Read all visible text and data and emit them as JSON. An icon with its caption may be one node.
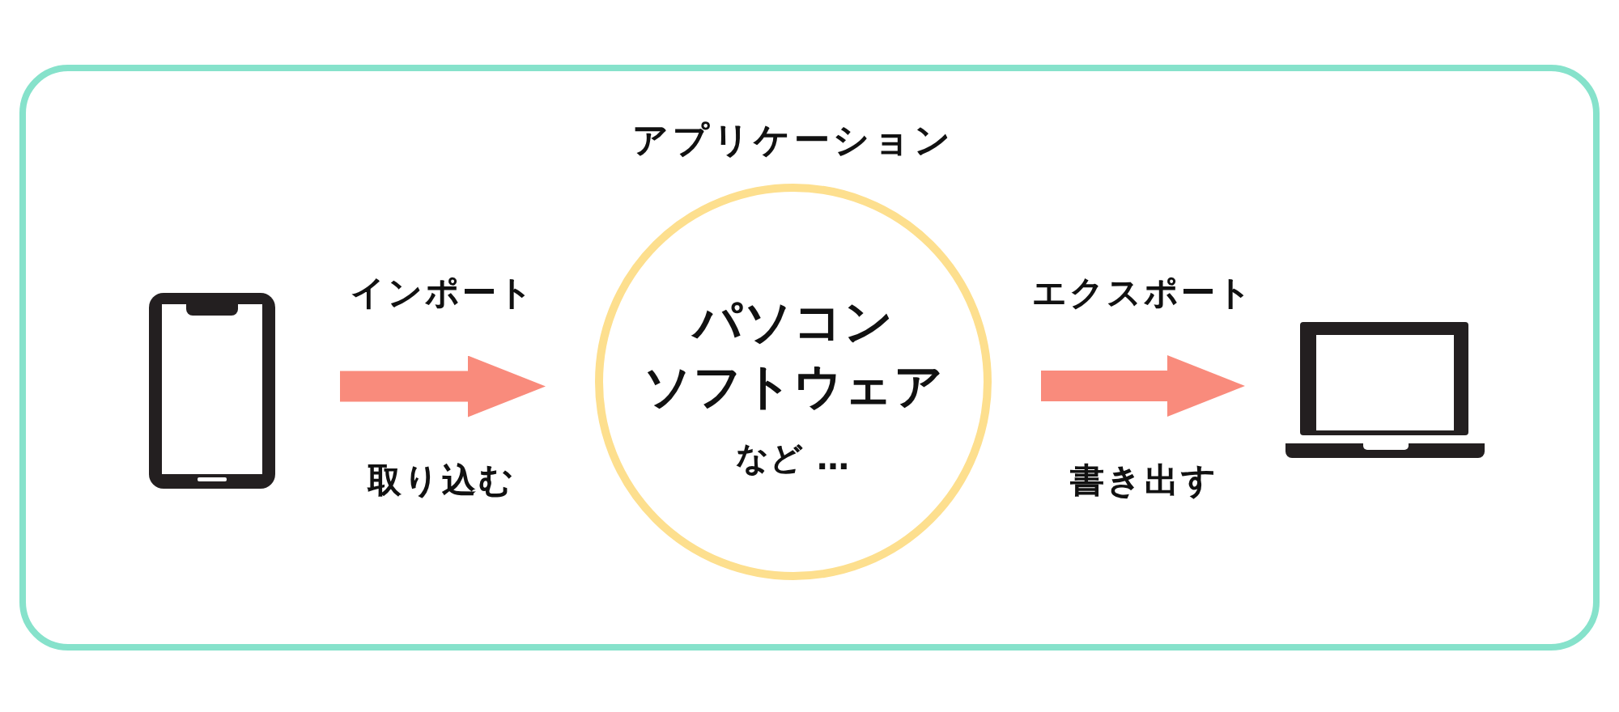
{
  "diagram": {
    "nodes": [
      {
        "text": [],
        "shape": "box"
      },
      {
        "text": [],
        "shape": "phone",
        "in": 0
      },
      {
        "text": [
          "パソコンソフトウェア",
          "など …"
        ],
        "beside": [
          "アプリケーション"
        ],
        "in": 0
      },
      {
        "text": [],
        "shape": "laptop",
        "in": 0
      }
    ],
    "edges": [
      {
        "from": 1,
        "to": 2,
        "arrow": "to",
        "label": "インポート"
      },
      {
        "from": 2,
        "to": 3,
        "arrow": "to",
        "label": "エクスポート"
      }
    ],
    "labels": [
      "取り込む",
      "書き出す"
    ]
  }
}
